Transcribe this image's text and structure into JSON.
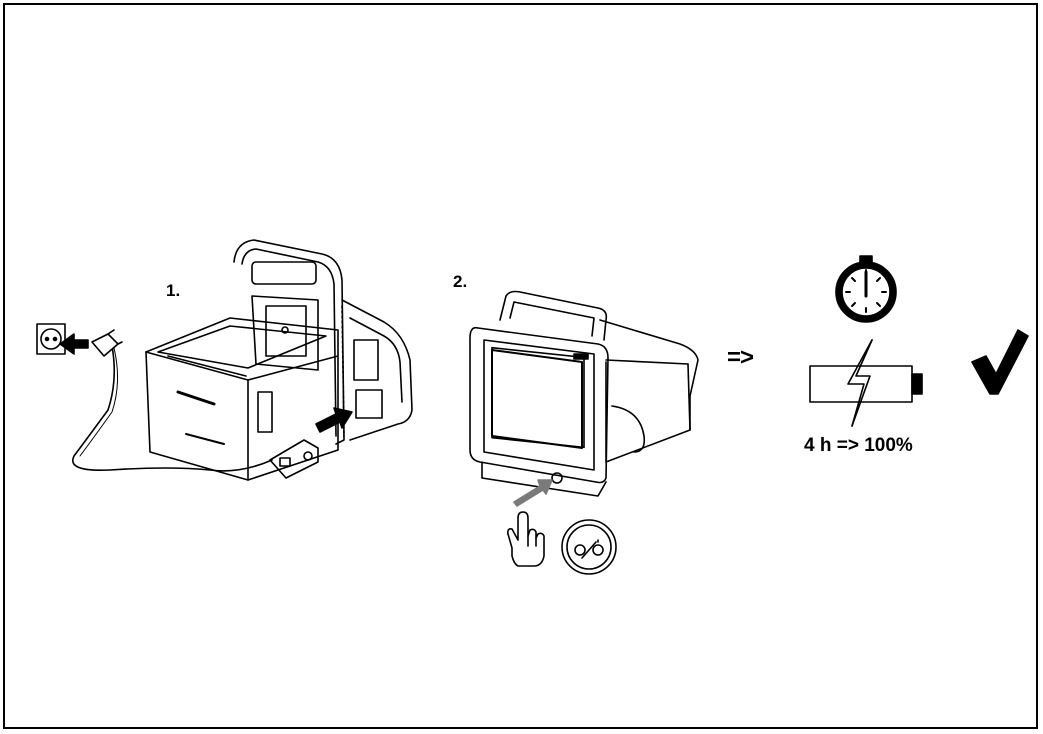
{
  "steps": [
    {
      "label": "1."
    },
    {
      "label": "2."
    }
  ],
  "result_arrow": "=>",
  "charge_time_label": "4 h => 100%",
  "icons": {
    "socket": "power-socket-icon",
    "plug": "power-plug-icon",
    "stopwatch": "stopwatch-icon",
    "battery": "battery-charging-icon",
    "check": "checkmark-icon",
    "hand": "pointing-hand-icon",
    "power_button": "power-button-icon"
  },
  "colors": {
    "line": "#000000",
    "arrow_gray": "#7a7a7a",
    "fill": "#ffffff"
  }
}
